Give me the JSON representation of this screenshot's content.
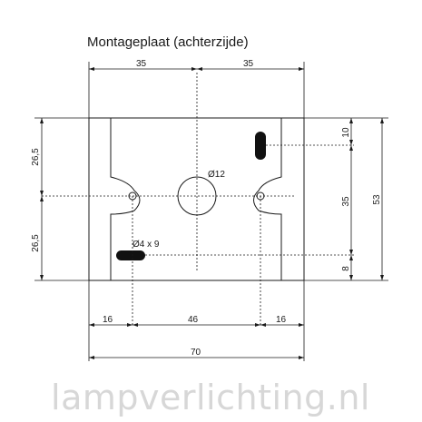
{
  "title": "Montageplaat (achterzijde)",
  "dimensions": {
    "top_left": "35",
    "top_right": "35",
    "left_upper": "26,5",
    "left_lower": "26,5",
    "right_top": "10",
    "right_middle": "35",
    "right_bottom": "8",
    "right_overall": "53",
    "bottom_left": "16",
    "bottom_middle": "46",
    "bottom_right": "16",
    "bottom_overall": "70"
  },
  "holes": {
    "center_hole": "Ø12",
    "slot_hole": "Ø4 x 9"
  },
  "watermark": "lampverlichting.nl"
}
